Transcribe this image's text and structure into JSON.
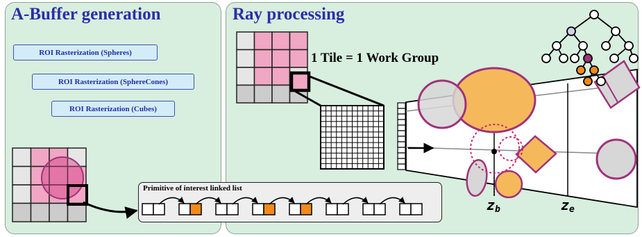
{
  "panels": {
    "abuffer": {
      "title": "A-Buffer generation"
    },
    "ray": {
      "title": "Ray processing"
    }
  },
  "roi_buttons": [
    "ROI Rasterization (Spheres)",
    "ROI Rasterization (SphereCones)",
    "ROI Rasterization (Cubes)"
  ],
  "tile_label": "1 Tile = 1 Work Group",
  "linked_list": {
    "title": "Primitive of interest linked list",
    "node_count": 8,
    "highlighted_nodes": [
      1,
      3,
      4
    ]
  },
  "z_labels": {
    "begin": "z",
    "begin_sub": "b",
    "end": "z",
    "end_sub": "e"
  },
  "colors": {
    "panel_bg": "#d8eedf",
    "title_blue": "#2a2fa8",
    "pink": "#f0a7c3",
    "magenta": "#a0337a",
    "orange": "#f5b95c",
    "node_orange": "#f28a1a",
    "grey": "#d7d7d7"
  }
}
